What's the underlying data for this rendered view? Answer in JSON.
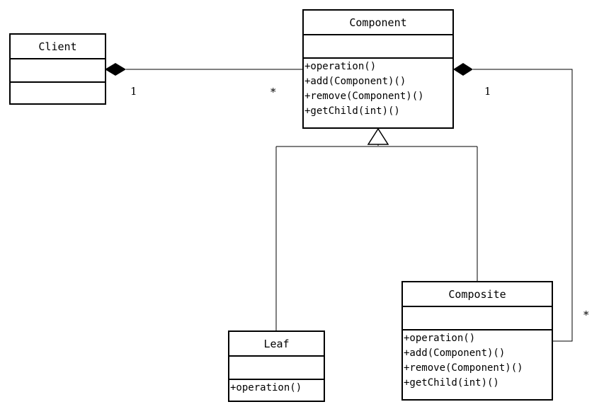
{
  "classes": {
    "client": {
      "name": "Client",
      "operations": []
    },
    "component": {
      "name": "Component",
      "operations": [
        "+operation()",
        "+add(Component)()",
        "+remove(Component)()",
        "+getChild(int)()"
      ]
    },
    "leaf": {
      "name": "Leaf",
      "operations": [
        "+operation()"
      ]
    },
    "composite": {
      "name": "Composite",
      "operations": [
        "+operation()",
        "+add(Component)()",
        "+remove(Component)()",
        "+getChild(int)()"
      ]
    }
  },
  "multiplicities": {
    "client_end": "1",
    "component_end": "*",
    "composite_owner_end": "1",
    "composite_child_end": "*"
  },
  "relationships": [
    {
      "type": "composition",
      "from": "Client",
      "to": "Component"
    },
    {
      "type": "composition",
      "from": "Component",
      "to": "Composite"
    },
    {
      "type": "generalization",
      "from": "Leaf",
      "to": "Component"
    },
    {
      "type": "generalization",
      "from": "Composite",
      "to": "Component"
    }
  ]
}
